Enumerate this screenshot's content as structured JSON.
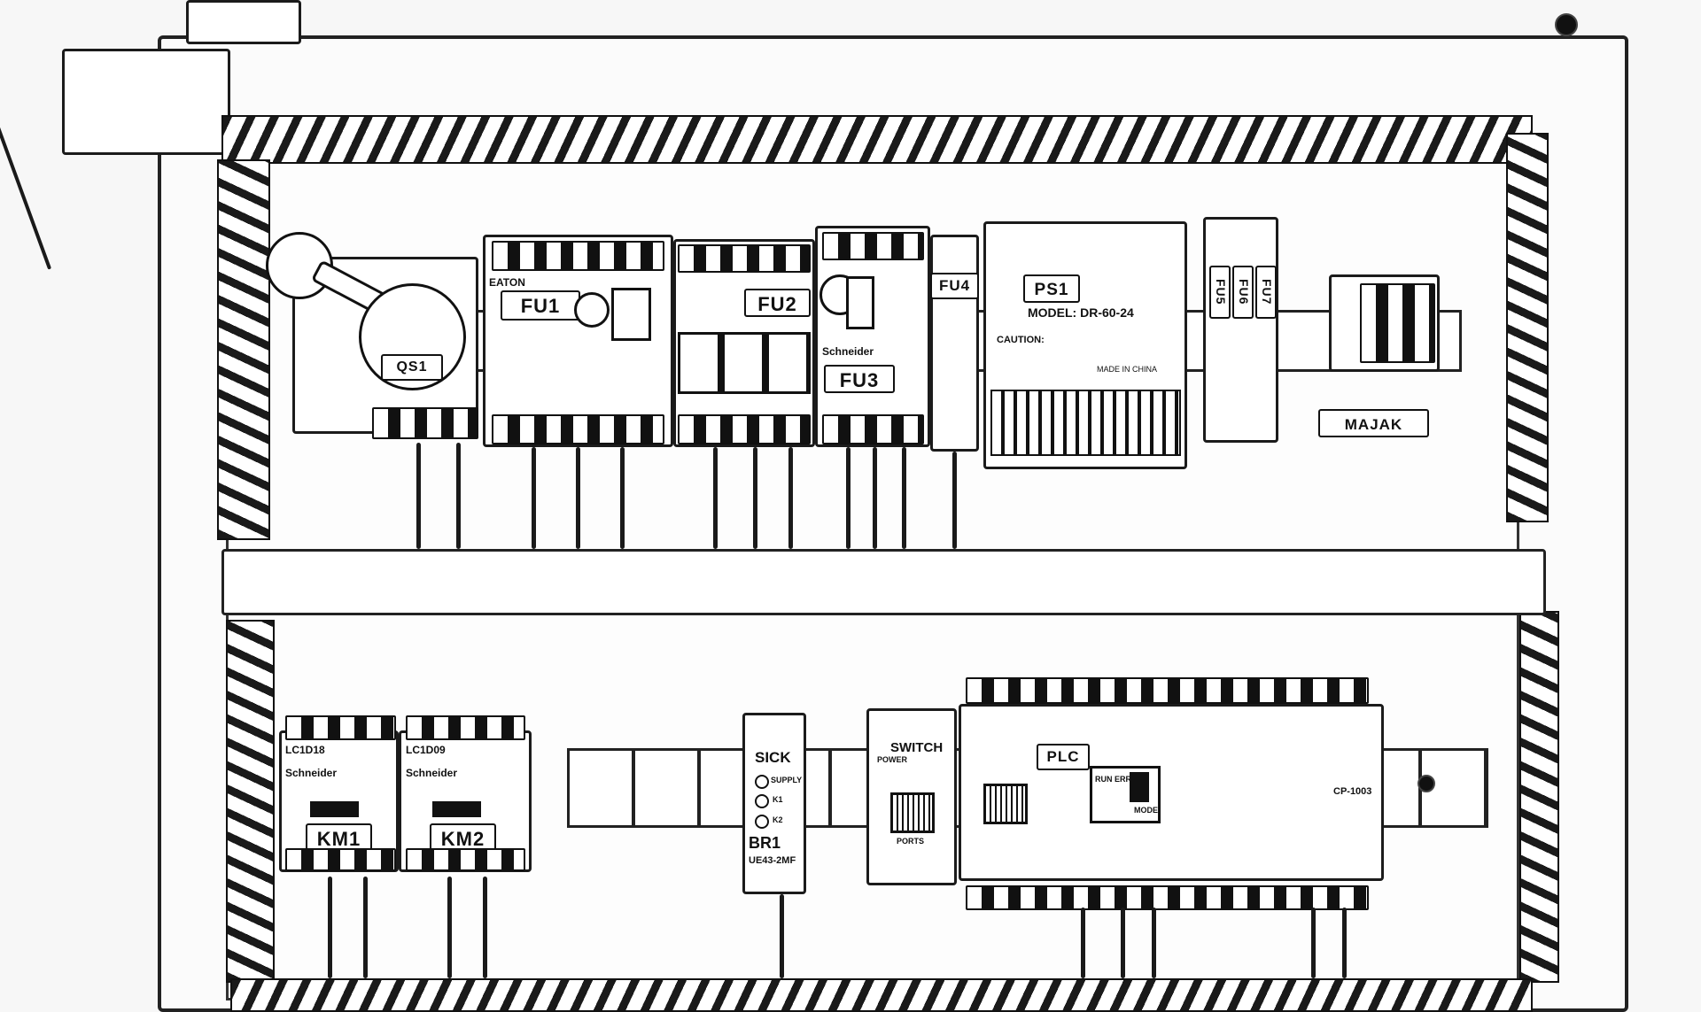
{
  "labels": {
    "qs1": "QS1",
    "fu1": "FU1",
    "fu2": "FU2",
    "fu3": "FU3",
    "fu4": "FU4",
    "ps1": "PS1",
    "ps1_model": "MODEL: DR-60-24",
    "fu5": "FU5",
    "fu6": "FU6",
    "fu7": "FU7",
    "majak": "MAJAK",
    "km1": "KM1",
    "km2": "KM2",
    "sick": "SICK",
    "br1": "BR1",
    "br1_model": "UE43-2MF",
    "switch": "SWITCH",
    "plc": "PLC",
    "plc_model": "CP-1003",
    "km1_model": "LC1D18",
    "km2_model": "LC1D09",
    "schneider": "Schneider",
    "eaton": "EATON",
    "caution": "CAUTION:",
    "made_in_china": "MADE IN CHINA",
    "supply": "SUPPLY",
    "k1": "K1",
    "k2": "K2",
    "ports": "PORTS",
    "power": "POWER",
    "run_err": "RUN ERR",
    "mode": "MODE"
  }
}
